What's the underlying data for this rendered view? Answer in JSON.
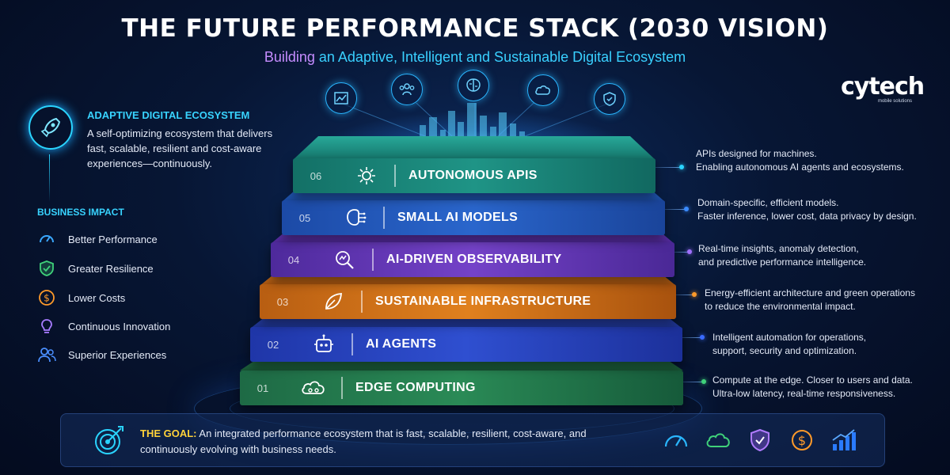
{
  "header": {
    "title": "THE FUTURE PERFORMANCE STACK (2030 VISION)",
    "subtitle_part1": "Building",
    "subtitle_part2": "an Adaptive, Intelligent and Sustainable Digital Ecosystem"
  },
  "logo": {
    "name": "cytech",
    "tagline": "mobile solutions"
  },
  "ecosystem": {
    "title": "ADAPTIVE DIGITAL ECOSYSTEM",
    "description": "A self-optimizing ecosystem that delivers fast, scalable, resilient and cost-aware experiences—continuously.",
    "icon": "rocket-icon"
  },
  "business_impact": {
    "title": "BUSINESS IMPACT",
    "items": [
      {
        "label": "Better Performance",
        "icon": "speedometer-icon"
      },
      {
        "label": "Greater Resilience",
        "icon": "shield-icon"
      },
      {
        "label": "Lower Costs",
        "icon": "dollar-icon"
      },
      {
        "label": "Continuous Innovation",
        "icon": "lightbulb-icon"
      },
      {
        "label": "Superior Experiences",
        "icon": "users-icon"
      }
    ]
  },
  "top_icons": [
    "chart-icon",
    "team-icon",
    "brain-icon",
    "cloud-icon",
    "shield-icon"
  ],
  "layers": [
    {
      "num": "06",
      "name": "AUTONOMOUS APIS",
      "icon": "gear-network-icon",
      "color": "#1b8a7e",
      "desc_line1": "APIs designed for machines.",
      "desc_line2": "Enabling autonomous AI agents and ecosystems."
    },
    {
      "num": "05",
      "name": "SMALL AI MODELS",
      "icon": "brain-circuit-icon",
      "color": "#1f5fc4",
      "desc_line1": "Domain-specific, efficient models.",
      "desc_line2": "Faster inference, lower cost, data privacy by design."
    },
    {
      "num": "04",
      "name": "AI-DRIVEN OBSERVABILITY",
      "icon": "magnifier-chart-icon",
      "color": "#6a3cc0",
      "desc_line1": "Real-time insights, anomaly detection,",
      "desc_line2": "and predictive performance intelligence."
    },
    {
      "num": "03",
      "name": "SUSTAINABLE INFRASTRUCTURE",
      "icon": "leaf-icon",
      "color": "#d07016",
      "desc_line1": "Energy-efficient architecture and green operations",
      "desc_line2": "to reduce the environmental impact."
    },
    {
      "num": "02",
      "name": "AI AGENTS",
      "icon": "robot-icon",
      "color": "#2741b8",
      "desc_line1": "Intelligent automation for operations,",
      "desc_line2": "support, security and optimization."
    },
    {
      "num": "01",
      "name": "EDGE COMPUTING",
      "icon": "cloud-node-icon",
      "color": "#1f7a4a",
      "desc_line1": "Compute at the edge. Closer to users and data.",
      "desc_line2": "Ultra-low latency, real-time responsiveness."
    }
  ],
  "goal": {
    "label": "THE GOAL:",
    "text": " An integrated performance ecosystem that is fast, scalable, resilient, cost-aware, and continuously evolving with business needs.",
    "icon": "target-icon",
    "icons": [
      "speedometer-icon",
      "cloud-icon",
      "shield-icon",
      "dollar-icon",
      "growth-chart-icon"
    ]
  }
}
